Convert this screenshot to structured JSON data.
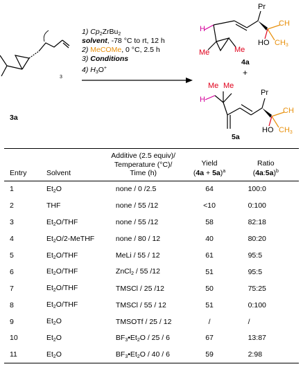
{
  "scheme": {
    "step1": "1) Cp",
    "step1_sub": "2",
    "step1_rest": "ZrBu",
    "step1_sub2": "2",
    "step1_line2_solvent": "solvent",
    "step1_line2_rest": ", -78 °C to rt, 12 h",
    "step2_num": "2) ",
    "step2_reagent": "MeCOMe",
    "step2_rest": ", 0 °C, 2.5 h",
    "step3_num": "3) ",
    "step3_cond": "Conditions",
    "step4": "4) H",
    "step4_sub": "3",
    "step4_sup": "O",
    "step4_sup_charge": "+",
    "reactant_label": "3a",
    "product1_label": "4a",
    "product2_label": "5a",
    "plus": "+",
    "atom_labels": {
      "h": "H",
      "me": "Me",
      "pr": "Pr",
      "ho": "HO",
      "ch3": "CH",
      "ch3_sub": "3",
      "ch_cut": "CH",
      "ch_cut2": "CH",
      "chain_n": "3"
    },
    "colors": {
      "orange": "#E8900C",
      "magenta": "#D4009B",
      "red": "#E0001B",
      "black": "#000000"
    }
  },
  "table": {
    "headers": {
      "entry": "Entry",
      "solvent": "Solvent",
      "additive_l1": "Additive (2.5 equiv)/",
      "additive_l2": "Temperature (°C)/",
      "additive_l3": "Time (h)",
      "yield_l1": "Yield",
      "yield_l2_open": "(",
      "yield_l2_a": "4a",
      "yield_l2_plus": " + ",
      "yield_l2_b": "5a",
      "yield_l2_close": ")",
      "yield_sup": "a",
      "ratio_l1": "Ratio",
      "ratio_l2_open": "(",
      "ratio_l2_a": "4a",
      "ratio_l2_colon": ":",
      "ratio_l2_b": "5a",
      "ratio_l2_close": ")",
      "ratio_sup": "b"
    },
    "rows": [
      {
        "entry": "1",
        "solvent": "Et<sub>2</sub>O",
        "additive": "none / 0 /2.5",
        "yield": "64",
        "ratio": "100:0"
      },
      {
        "entry": "2",
        "solvent": "THF",
        "additive": "none / 55 /12",
        "yield": "<10",
        "ratio": "0:100"
      },
      {
        "entry": "3",
        "solvent": "Et<sub>2</sub>O/THF",
        "additive": "none / 55 /12",
        "yield": "58",
        "ratio": "82:18"
      },
      {
        "entry": "4",
        "solvent": "Et<sub>2</sub>O/2-MeTHF",
        "additive": "none / 80 / 12",
        "yield": "40",
        "ratio": "80:20"
      },
      {
        "entry": "5",
        "solvent": "Et<sub>2</sub>O/THF",
        "additive": "MeLi / 55 / 12",
        "yield": "61",
        "ratio": "95:5"
      },
      {
        "entry": "6",
        "solvent": "Et<sub>2</sub>O/THF",
        "additive": "ZnCl<sub>2</sub> / 55 /12",
        "yield": "51",
        "ratio": "95:5"
      },
      {
        "entry": "7",
        "solvent": "Et<sub>2</sub>O/THF",
        "additive": "TMSCl / 25 /12",
        "yield": "50",
        "ratio": "75:25"
      },
      {
        "entry": "8",
        "solvent": "Et<sub>2</sub>O/THF",
        "additive": "TMSCl / 55 / 12",
        "yield": "51",
        "ratio": "0:100"
      },
      {
        "entry": "9",
        "solvent": "Et<sub>2</sub>O",
        "additive": "TMSOTf / 25 / 12",
        "yield": "/",
        "ratio": "/"
      },
      {
        "entry": "10",
        "solvent": "Et<sub>2</sub>O",
        "additive": "BF<sub>3</sub>•Et<sub>2</sub>O / 25 / 6",
        "yield": "67",
        "ratio": "13:87"
      },
      {
        "entry": "11",
        "solvent": "Et<sub>2</sub>O",
        "additive": "BF<sub>3</sub>•Et<sub>2</sub>O / 40 / 6",
        "yield": "59",
        "ratio": "2:98"
      }
    ]
  }
}
